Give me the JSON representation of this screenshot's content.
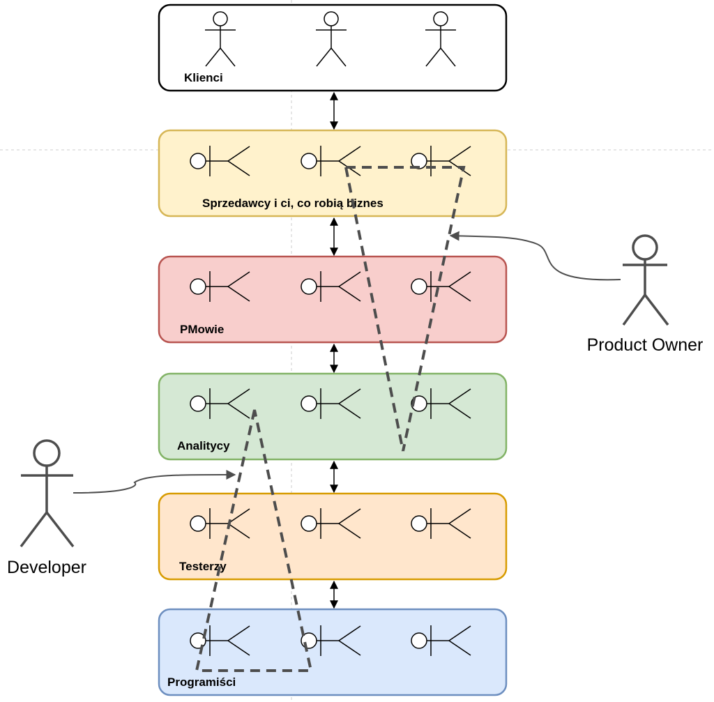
{
  "diagram": {
    "layers": [
      {
        "id": "klienci",
        "label": "Klienci",
        "fill": "#ffffff",
        "stroke": "#000000",
        "actor_style": "standing"
      },
      {
        "id": "sprzedawcy",
        "label": "Sprzedawcy i ci, co robią biznes",
        "fill": "#fff2cc",
        "stroke": "#d6b656",
        "actor_style": "lying"
      },
      {
        "id": "pmowie",
        "label": "PMowie",
        "fill": "#f8cecc",
        "stroke": "#b85450",
        "actor_style": "lying"
      },
      {
        "id": "analitycy",
        "label": "Analitycy",
        "fill": "#d5e8d4",
        "stroke": "#82b366",
        "actor_style": "lying"
      },
      {
        "id": "testerzy",
        "label": "Testerzy",
        "fill": "#ffe6cc",
        "stroke": "#d79b00",
        "actor_style": "lying"
      },
      {
        "id": "programisci",
        "label": "Programiści",
        "fill": "#dae8fc",
        "stroke": "#6c8ebf",
        "actor_style": "lying"
      }
    ],
    "actors_per_layer": 3,
    "external_actors": [
      {
        "id": "product-owner",
        "label": "Product Owner",
        "target_layer": "sprzedawcy"
      },
      {
        "id": "developer",
        "label": "Developer",
        "target_layer": "analitycy"
      }
    ],
    "connections": [
      {
        "from": "klienci",
        "to": "sprzedawcy",
        "type": "bidirectional"
      },
      {
        "from": "sprzedawcy",
        "to": "pmowie",
        "type": "bidirectional"
      },
      {
        "from": "pmowie",
        "to": "analitycy",
        "type": "bidirectional"
      },
      {
        "from": "analitycy",
        "to": "testerzy",
        "type": "bidirectional"
      },
      {
        "from": "testerzy",
        "to": "programisci",
        "type": "bidirectional"
      }
    ],
    "colors": {
      "guide": "#cccccc",
      "dashed_path": "#4d4d4d",
      "external_actor": "#4d4d4d"
    }
  }
}
